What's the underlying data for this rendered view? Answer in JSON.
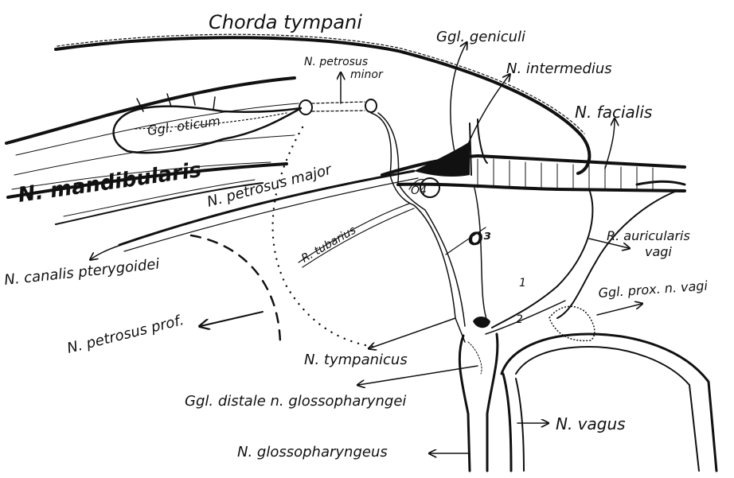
{
  "labels": {
    "chorda_tympani": "Chorda tympani",
    "ggl_geniculi": "Ggl. geniculi",
    "n_intermedius": "N. intermedius",
    "n_facialis": "N. facialis",
    "n_petrosus_minor_1": "N. petrosus",
    "n_petrosus_minor_2": "minor",
    "ggl_oticum": "Ggl. oticum",
    "n_mandibularis": "N. mandibularis",
    "n_petrosus_major": "N. petrosus major",
    "r_tubarius": "R. tubarius",
    "n_canalis_pterygoidei": "N. canalis pterygoidei",
    "n_petrosus_prof": "N. petrosus prof.",
    "r_auricularis_vagi_1": "R. auricularis",
    "r_auricularis_vagi_2": "vagi",
    "ggl_prox_n_vagi": "Ggl. prox. n. vagi",
    "n_tympanicus": "N. tympanicus",
    "ggl_distale_glossopharyngei": "Ggl. distale n. glossopharyngei",
    "n_vagus": "N. vagus",
    "n_glossopharyngeus": "N. glossopharyngeus",
    "mark_o3": "O³",
    "mark_o4": "O4",
    "mark_1": "1",
    "mark_2": "2"
  },
  "colors": {
    "ink": "#111111",
    "paper": "#ffffff"
  }
}
